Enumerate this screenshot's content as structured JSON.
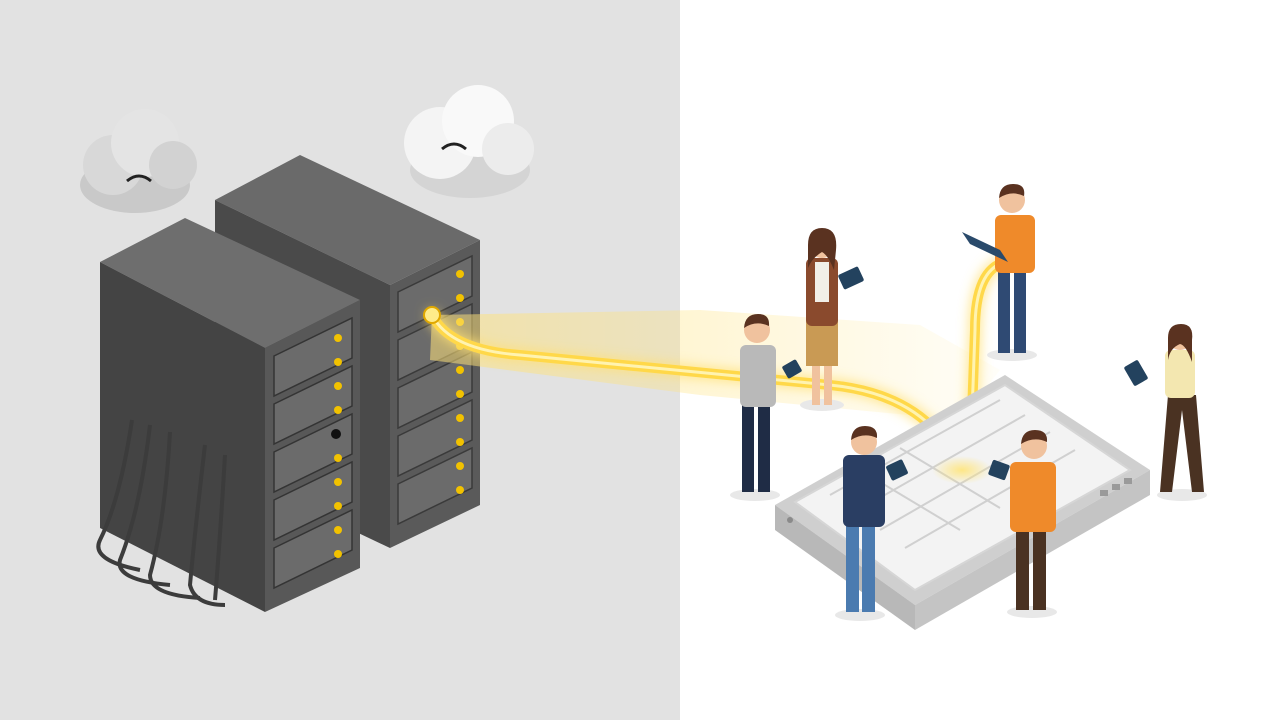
{
  "illustration": {
    "left_panel": {
      "background_color": "#e2e2e2",
      "theme": "grayscale"
    },
    "right_panel": {
      "background_color": "#ffffff",
      "theme": "color"
    },
    "colors": {
      "server_dark": "#3f3f3f",
      "server_mid": "#5b5b5b",
      "server_light": "#6e6e6e",
      "led_yellow": "#f2c200",
      "cable_glow": "#ffd84a",
      "cable_core": "#fff3b0",
      "hub_top": "#f3f3f3",
      "hub_side": "#cfcfcf",
      "shirt_orange": "#ef8a2a",
      "shirt_navy": "#2a3e63",
      "shirt_gray": "#b9b9b9",
      "jacket_brown": "#8a4a2d",
      "skin": "#f0c29e"
    },
    "icons": [
      "cloud-icon",
      "server-rack-icon",
      "tablet-icon",
      "hub-device-icon"
    ],
    "people_count": 6
  }
}
